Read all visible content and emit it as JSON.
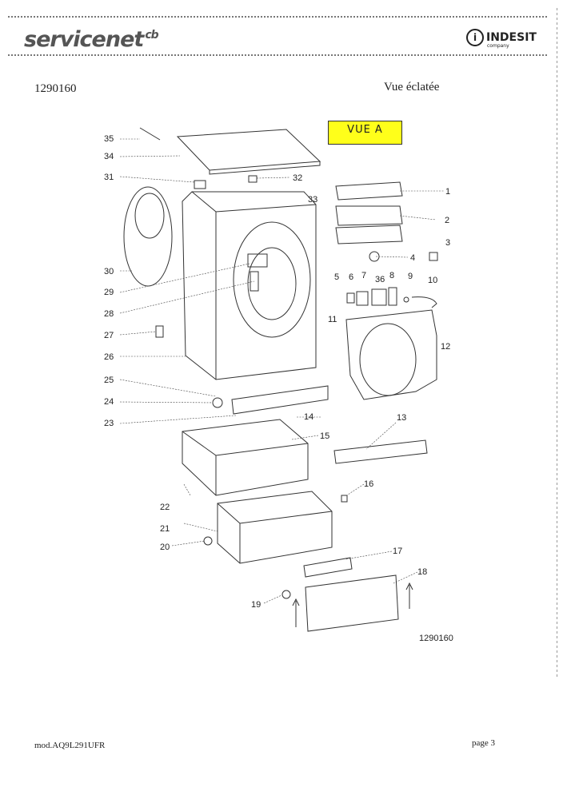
{
  "header": {
    "brand_left": "servicenet",
    "brand_left_suffix": "cb",
    "brand_right": "INDESIT",
    "brand_right_small": "company"
  },
  "document": {
    "number": "1290160",
    "subtitle": "Vue éclatée",
    "view_label": "VUE A",
    "figure_number": "1290160",
    "model": "mod.AQ9L291UFR",
    "page": "page 3"
  },
  "callouts": [
    "1",
    "2",
    "3",
    "4",
    "5",
    "6",
    "7",
    "36",
    "8",
    "9",
    "10",
    "11",
    "12",
    "13",
    "14",
    "15",
    "16",
    "17",
    "18",
    "19",
    "20",
    "21",
    "22",
    "23",
    "24",
    "25",
    "26",
    "27",
    "28",
    "29",
    "30",
    "31",
    "32",
    "33",
    "34",
    "35"
  ]
}
